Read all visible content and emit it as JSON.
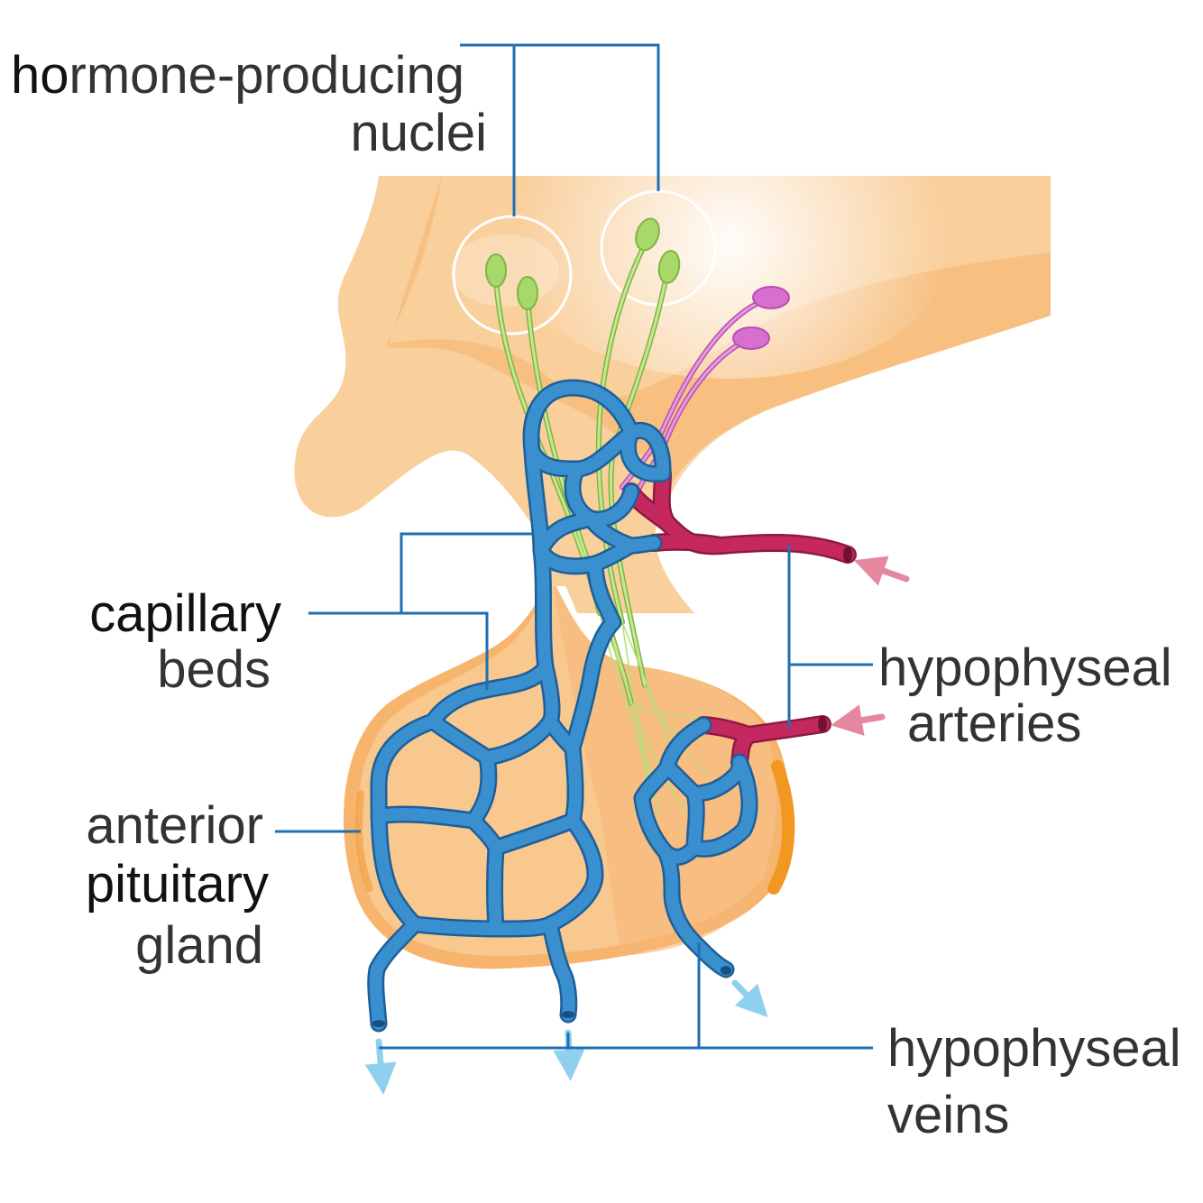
{
  "labels": {
    "nuclei": {
      "line1_a": "ho",
      "line1_b": "rmone-producing",
      "line2": "nuclei"
    },
    "capillary": {
      "line1": "capillary",
      "line2": "beds"
    },
    "anterior": {
      "line1": "anterior",
      "line2": "pituitary",
      "line3": "gland"
    },
    "arteries": {
      "line1": "hypophyseal",
      "line2": "arteries"
    },
    "veins": {
      "line1": "hypophyseal",
      "line2": "veins"
    }
  },
  "colors": {
    "tissue_light": "#f9cf9c",
    "tissue_mid": "#f6b46c",
    "tissue_dark": "#f2971f",
    "vessel_blue": "#3a8fcf",
    "vessel_blue_dark": "#1d5f98",
    "artery_red": "#c4285f",
    "neuron_green": "#a9d86a",
    "neuron_pink": "#d66fd0",
    "leader_line": "#1f6fb2",
    "flow_light_blue": "#8fd0ef",
    "flow_pink": "#e6879f"
  }
}
